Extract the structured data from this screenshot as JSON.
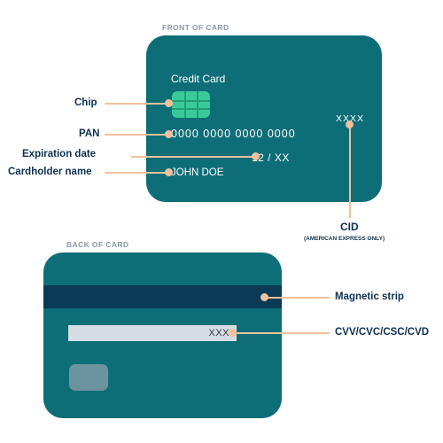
{
  "front": {
    "section_title": "FRONT OF CARD",
    "card_title": "Credit Card",
    "pan": "0000  0000  0000  0000",
    "expiration": "12 / XX",
    "cardholder": "JOHN DOE",
    "cid": "XXXX"
  },
  "back": {
    "section_title": "BACK OF CARD",
    "cvv": "XXX"
  },
  "labels": {
    "chip": "Chip",
    "pan": "PAN",
    "expiration": "Expiration date",
    "cardholder": "Cardholder name",
    "cid": "CID",
    "cid_note": "(AMERICAN EXPRESS ONLY)",
    "magnetic_strip": "Magnetic strip",
    "cvv": "CVV/CVC/CSC/CVD"
  },
  "colors": {
    "card": "#0e6e78",
    "chip": "#3cc99a",
    "magnetic_strip": "#0b3a56",
    "leader": "#efc19d",
    "label": "#0d3151"
  }
}
